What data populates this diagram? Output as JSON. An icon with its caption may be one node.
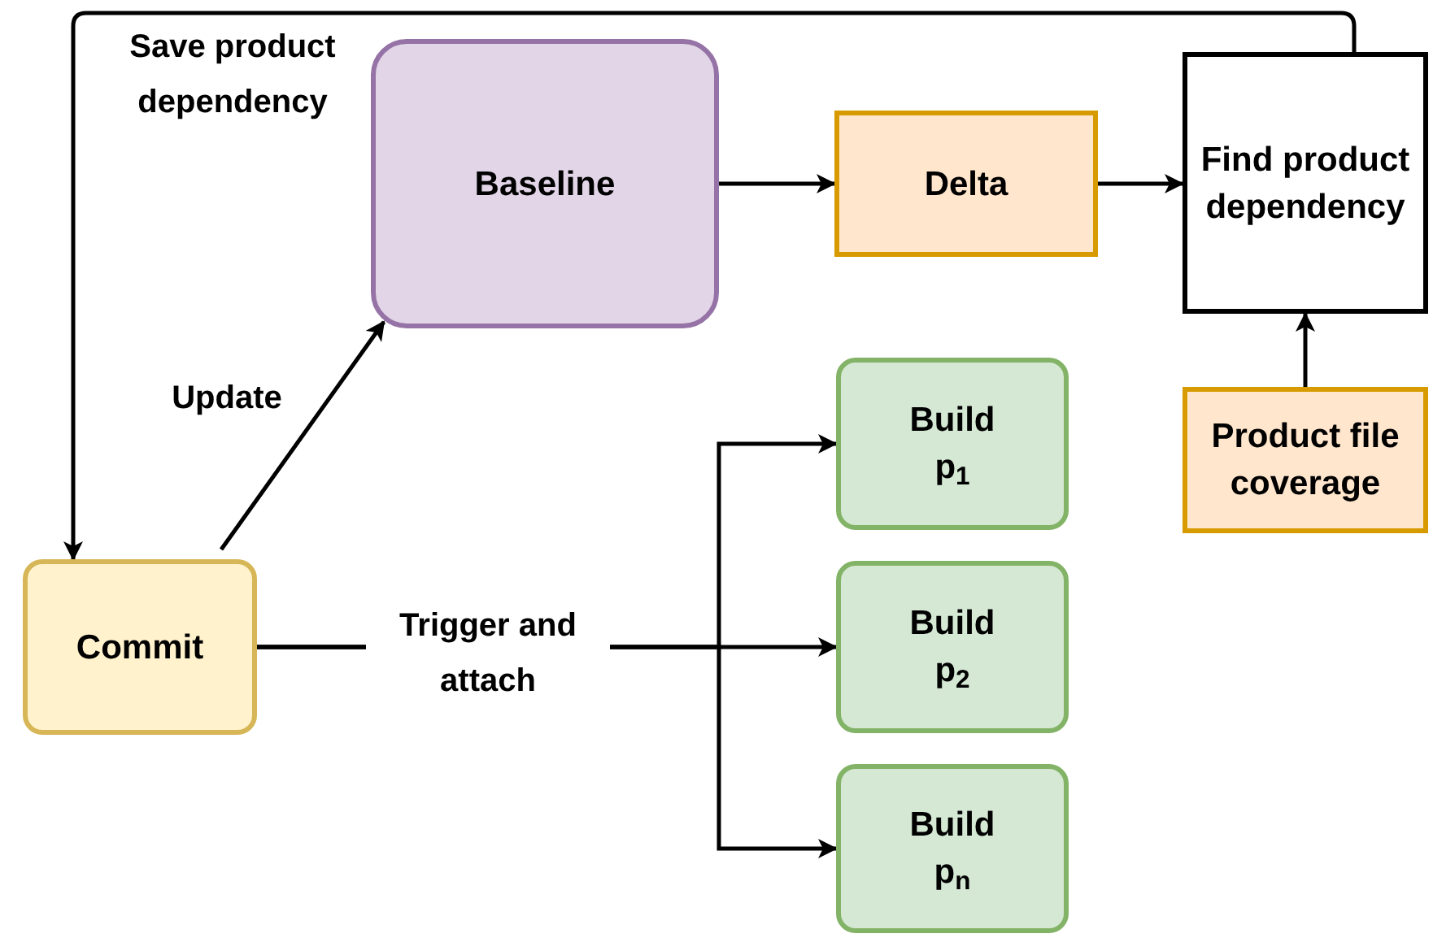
{
  "diagram": {
    "nodes": [
      {
        "text": [
          "Baseline"
        ]
      },
      {
        "text": [
          "Delta"
        ]
      },
      {
        "text": [
          "Find product dependency"
        ]
      },
      {
        "text": [
          "Product file coverage"
        ]
      },
      {
        "text": [
          "Build p$_{1}$"
        ]
      },
      {
        "text": [
          "Build p$_{2}$"
        ]
      },
      {
        "text": [
          "Build p$_{n}$"
        ]
      },
      {
        "text": [
          "Commit"
        ]
      }
    ],
    "edges": [
      {
        "from": 7,
        "to": 0,
        "arrow": "to",
        "label": "Update"
      },
      {
        "from": 0,
        "to": 1,
        "arrow": "to"
      },
      {
        "from": 1,
        "to": 2,
        "arrow": "to"
      },
      {
        "from": 3,
        "to": 2,
        "arrow": "to"
      },
      {
        "from": 2,
        "to": 7,
        "arrow": "to",
        "label": "Save product dependency"
      },
      {
        "from": 7,
        "to": 4,
        "arrow": "to",
        "label": "Trigger and attach"
      },
      {
        "from": 7,
        "to": 5,
        "arrow": "to"
      },
      {
        "from": 7,
        "to": 6,
        "arrow": "to"
      }
    ]
  }
}
